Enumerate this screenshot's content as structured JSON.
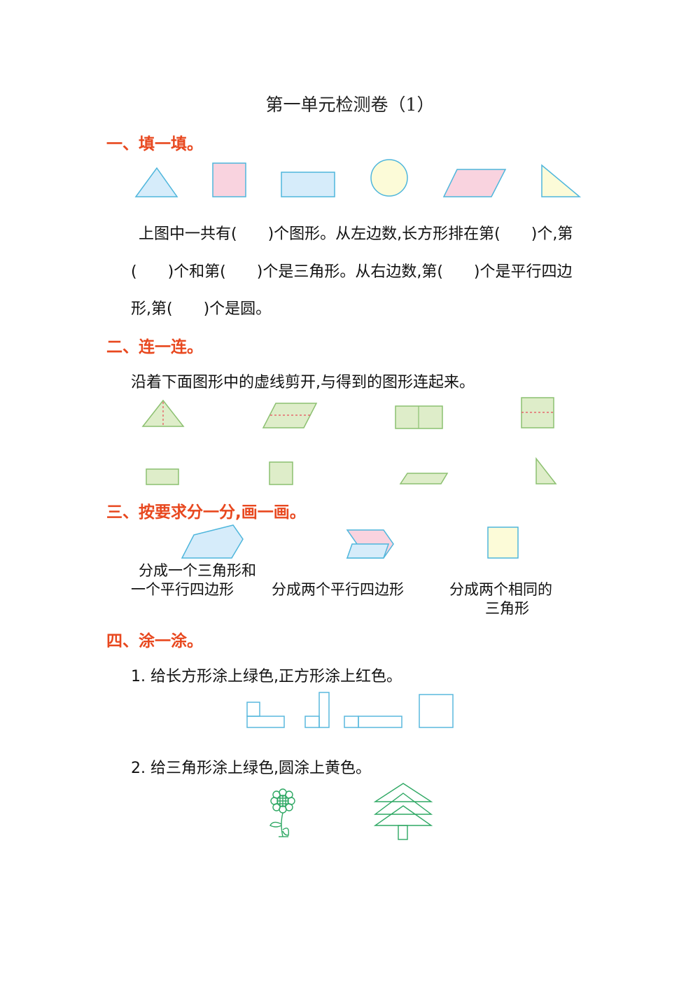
{
  "title": "第一单元检测卷（1）",
  "section1": {
    "heading": "一、填一填。",
    "shape_icons": [
      "triangle-icon",
      "square-icon",
      "rectangle-icon",
      "circle-icon",
      "parallelogram-icon",
      "right-triangle-icon"
    ],
    "line1": "上图中一共有(　　)个图形。从左边数,长方形排在第(　　)个,第",
    "line2": "(　　)个和第(　　)个是三角形。从右边数,第(　　)个是平行四边",
    "line3": "形,第(　　)个是圆。"
  },
  "section2": {
    "heading": "二、连一连。",
    "instruction": "沿着下面图形中的虚线剪开,与得到的图形连起来。"
  },
  "section3": {
    "heading": "三、按要求分一分,画一画。",
    "caption1_line1": "分成一个三角形和",
    "caption1_line2": "一个平行四边形",
    "caption2": "分成两个平行四边形",
    "caption3_line1": "分成两个相同的",
    "caption3_line2": "三角形"
  },
  "section4": {
    "heading": "四、涂一涂。",
    "item1": "1.  给长方形涂上绿色,正方形涂上红色。",
    "item2": "2.  给三角形涂上绿色,圆涂上黄色。"
  },
  "colors": {
    "heading": "#e8481f",
    "blue_fill": "#d6ecfa",
    "blue_stroke": "#4eb6dc",
    "pink_fill": "#f9d3df",
    "yellow_fill": "#fcfbd8",
    "green_fill": "#deedc9",
    "green_stroke": "#8cc070",
    "dash_red": "#e8505b",
    "line_blue": "#5ab9de",
    "drawing_green": "#2fa864"
  }
}
